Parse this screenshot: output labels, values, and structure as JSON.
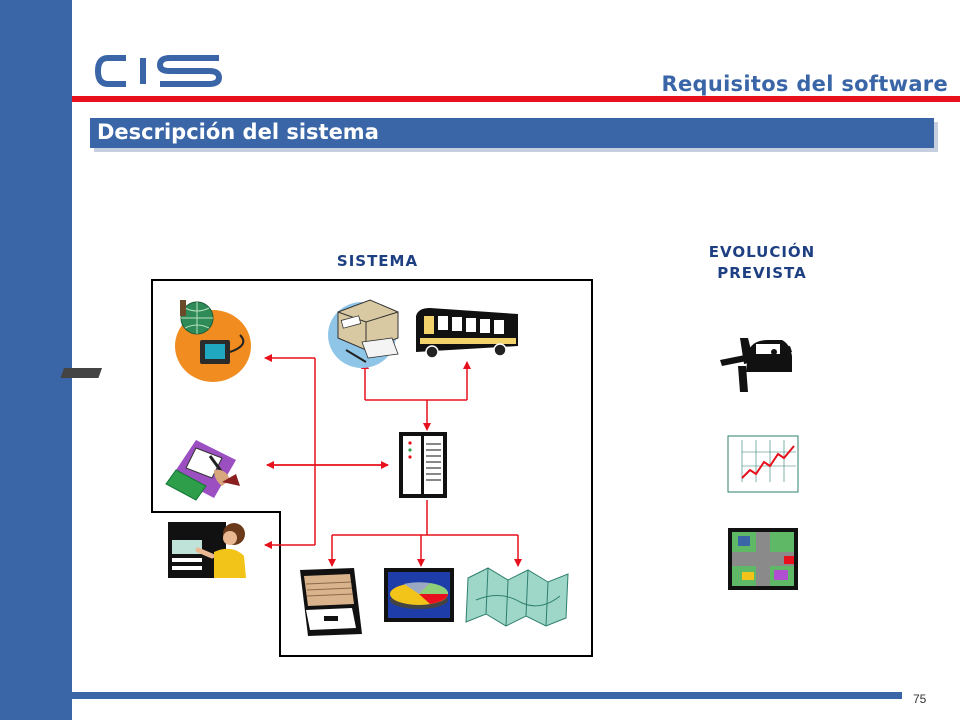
{
  "logo": {
    "text": "CIS",
    "icon": "cis-logo"
  },
  "header": {
    "title": "Requisitos del software"
  },
  "section": {
    "title": "Descripción del sistema"
  },
  "diagram": {
    "system_label": "SISTEMA",
    "evolution_label_line1": "EVOLUCIÓN",
    "evolution_label_line2": "PREVISTA",
    "system_icons": [
      "globe-computer-icon",
      "package-documents-icon",
      "bus-icon",
      "writing-tablet-icon",
      "server-tower-icon",
      "atm-user-icon",
      "filing-cabinet-icon",
      "pie-chart-icon",
      "folded-map-icon"
    ],
    "evolution_icons": [
      "plane-car-icon",
      "line-graph-icon",
      "city-traffic-icon"
    ]
  },
  "footer": {
    "page_number": "75"
  },
  "colors": {
    "brand_blue": "#3a66a8",
    "rule_red": "#e8101c",
    "label_navy": "#1e3f82",
    "arrow_red": "#e8101c"
  }
}
